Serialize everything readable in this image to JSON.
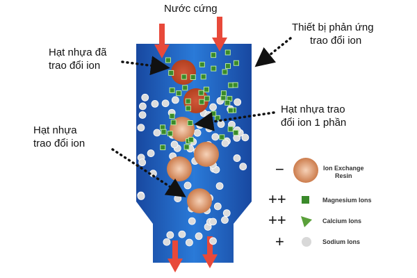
{
  "labels": {
    "hard_water": "Nước cứng",
    "reactor": [
      "Thiết bị phản ứng",
      "trao đổi ion"
    ],
    "exchanged_resin": [
      "Hạt nhựa đã",
      "trao đổi ion"
    ],
    "partial_resin": [
      "Hạt nhựa trao",
      "đổi ion 1 phần"
    ],
    "fresh_resin": [
      "Hạt nhựa",
      "trao đổi ion"
    ]
  },
  "legend": [
    {
      "sign": "−",
      "label": [
        "Ion Exchange",
        "Resin"
      ],
      "icon": "resin-bead"
    },
    {
      "sign": "++",
      "label": [
        "Magnesium Ions"
      ],
      "icon": "green-square"
    },
    {
      "sign": "++",
      "label": [
        "Calcium Ions"
      ],
      "icon": "green-triangle"
    },
    {
      "sign": "+",
      "label": [
        "Sodium Ions"
      ],
      "icon": "grey-circle"
    }
  ],
  "colors": {
    "vessel": "#1a5fb8",
    "arrow": "#e8493a",
    "resin_used": "#c04a2c",
    "resin_fresh": "#d98c5f",
    "magnesium": "#3a8a2a",
    "sodium": "#d8d8d8"
  }
}
